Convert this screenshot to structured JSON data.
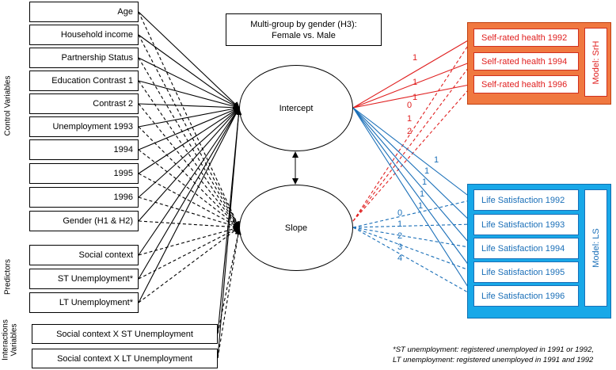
{
  "title": {
    "line1": "Multi-group by gender (H3):",
    "line2": "Female vs. Male"
  },
  "section_labels": {
    "control": "Control Variables",
    "predictors": "Predictors",
    "interactions_line1": "Interactions",
    "interactions_line2": "Variables"
  },
  "control_variables": [
    "Age",
    "Household income",
    "Partnership Status",
    "Education Contrast 1",
    "Contrast 2",
    "Unemployment  1993",
    "1994",
    "1995",
    "1996",
    "Gender (H1 & H2)"
  ],
  "predictors": [
    "Social context",
    "ST Unemployment*",
    "LT Unemployment*"
  ],
  "interactions": [
    "Social context X ST Unemployment",
    "Social context X LT Unemployment"
  ],
  "latent": {
    "intercept": "Intercept",
    "slope": "Slope"
  },
  "srh": {
    "model_label": "Model: SrH",
    "items": [
      "Self-rated health 1992",
      "Self-rated health 1994",
      "Self-rated health 1996"
    ],
    "intercept_loadings": [
      "1",
      "1",
      "1"
    ],
    "slope_loadings": [
      "0",
      "1",
      "2"
    ]
  },
  "ls": {
    "model_label": "Model: LS",
    "items": [
      "Life Satisfaction 1992",
      "Life Satisfaction 1993",
      "Life Satisfaction 1994",
      "Life Satisfaction 1995",
      "Life Satisfaction 1996"
    ],
    "intercept_loadings": [
      "1",
      "1",
      "1",
      "1",
      "1"
    ],
    "slope_loadings": [
      "0",
      "1",
      "2",
      "3",
      "4"
    ]
  },
  "colors": {
    "red": "#e02020",
    "blue": "#1a6fb8",
    "orange_panel": "#f07840",
    "blue_panel": "#18a8e8"
  },
  "footnote": {
    "line1": "*ST unemployment: registered unemployed in 1991 or 1992,",
    "line2": "LT unemployment: registered unemployed in 1991 and 1992"
  }
}
